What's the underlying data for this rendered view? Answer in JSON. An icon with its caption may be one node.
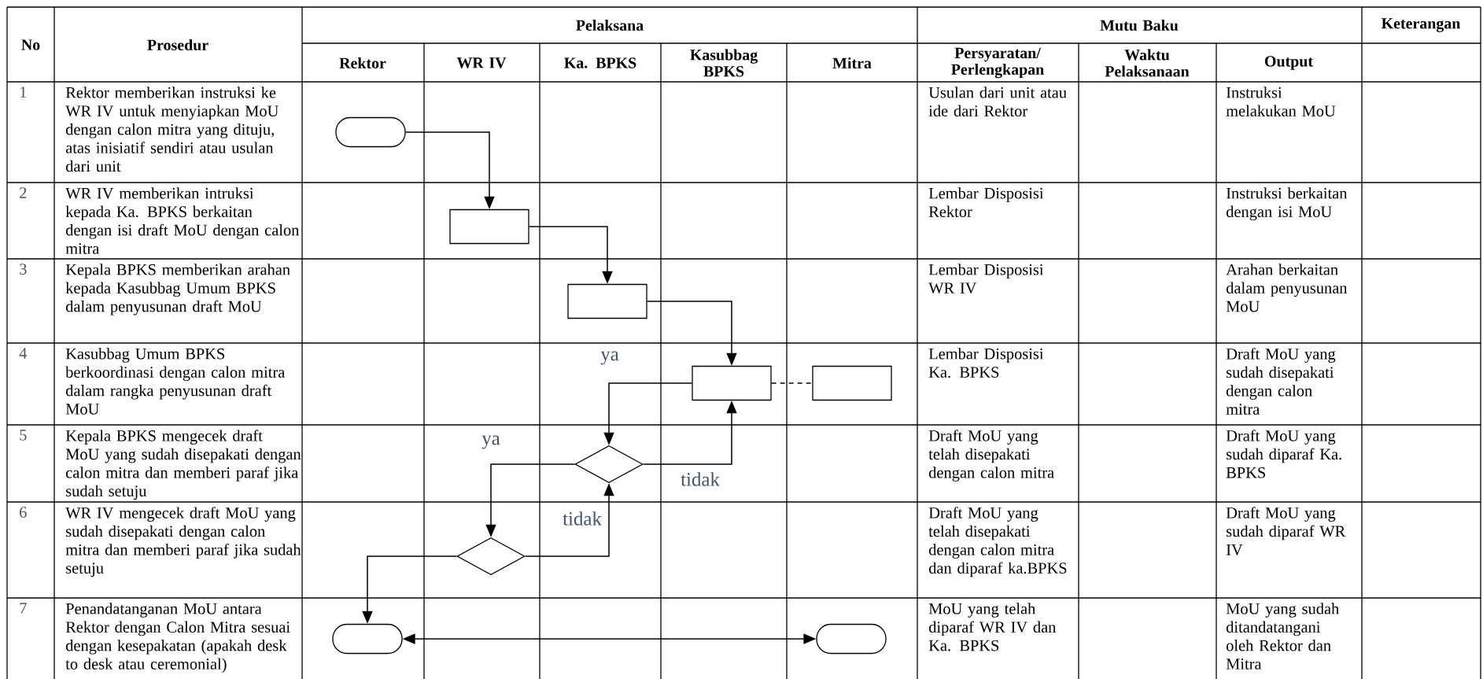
{
  "diagram": {
    "nodes": [
      {
        "text": [],
        "shape": "pill"
      },
      {
        "text": [],
        "shape": "box"
      },
      {
        "text": [],
        "shape": "box"
      },
      {
        "text": [],
        "shape": "box"
      },
      {
        "text": [],
        "shape": "box"
      },
      {
        "text": [],
        "shape": "diamond"
      },
      {
        "text": [],
        "shape": "diamond"
      },
      {
        "text": [],
        "shape": "pill"
      },
      {
        "text": [],
        "shape": "pill"
      }
    ],
    "edges": [
      {
        "from": 0,
        "to": 1,
        "arrow": "to"
      },
      {
        "from": 1,
        "to": 2,
        "arrow": "to"
      },
      {
        "from": 2,
        "to": 3,
        "arrow": "to"
      },
      {
        "from": 3,
        "to": 4,
        "arrow": "none",
        "style": "dashed"
      },
      {
        "from": 3,
        "to": 5,
        "arrow": "to",
        "label": "ya"
      },
      {
        "from": 5,
        "to": 3,
        "arrow": "to",
        "label": "tidak"
      },
      {
        "from": 5,
        "to": 6,
        "arrow": "to",
        "label": "ya"
      },
      {
        "from": 6,
        "to": 5,
        "arrow": "to",
        "label": "tidak"
      },
      {
        "from": 6,
        "to": 7,
        "arrow": "to"
      },
      {
        "from": 7,
        "to": 8,
        "arrow": "both"
      }
    ],
    "labels": [
      "No",
      "Prosedur",
      "Pelaksana",
      "Mutu Baku",
      "Keterangan",
      "Rektor",
      "WR IV",
      "Ka. BPKS",
      "Kasubbag BPKS",
      "Mitra",
      "Persyaratan/ Perlengkapan",
      "Waktu Pelaksanaan",
      "Output",
      "1",
      "Rektor memberikan instruksi ke WR IV untuk menyiapkan MoU dengan calon mitra yang dituju, atas inisiatif sendiri atau usulan dari unit",
      "Usulan dari unit atau ide dari Rektor",
      "Instruksi melakukan MoU",
      "2",
      "WR IV memberikan intruksi kepada Ka. BPKS berkaitan dengan isi draft MoU dengan calon mitra",
      "Lembar Disposisi Rektor",
      "Instruksi berkaitan dengan isi MoU",
      "3",
      "Kepala BPKS memberikan arahan kepada Kasubbag Umum BPKS dalam penyusunan draft MoU",
      "Lembar Disposisi WR IV",
      "Arahan berkaitan dalam penyusunan MoU",
      "4",
      "Kasubbag Umum BPKS berkoordinasi dengan calon mitra dalam rangka penyusunan draft MoU",
      "Lembar Disposisi Ka. BPKS",
      "Draft MoU yang sudah disepakati dengan calon mitra",
      "5",
      "Kepala BPKS mengecek draft MoU yang sudah disepakati dengan calon mitra dan memberi paraf jika sudah setuju",
      "Draft MoU yang telah disepakati dengan calon mitra",
      "Draft MoU yang sudah diparaf Ka. BPKS",
      "6",
      "WR IV mengecek draft MoU yang sudah disepakati dengan calon mitra dan memberi paraf jika sudah setuju",
      "Draft MoU yang telah disepakati dengan calon mitra dan diparaf ka.BPKS",
      "Draft MoU yang sudah diparaf WR IV",
      "7",
      "Penandatanganan MoU antara Rektor dengan Calon Mitra sesuai dengan kesepakatan (apakah desk to desk atau ceremonial)",
      "MoU yang telah diparaf WR IV dan Ka. BPKS",
      "MoU yang sudah ditandatangani oleh Rektor dan Mitra"
    ]
  }
}
